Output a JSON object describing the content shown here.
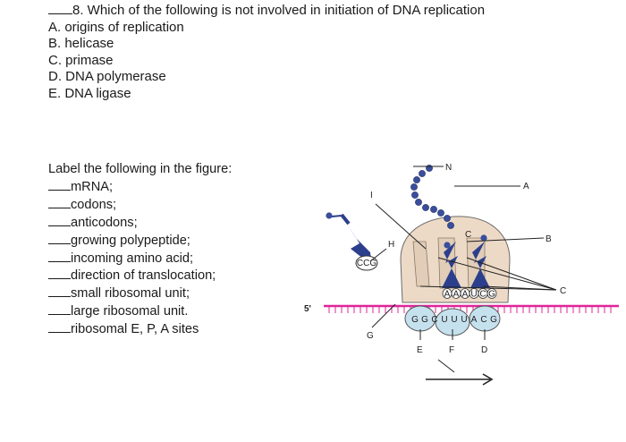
{
  "question": {
    "stem": "8. Which of the following is not involved in initiation of DNA replication",
    "options": [
      "A. origins of replication",
      "B. helicase",
      "C. primase",
      "D. DNA polymerase",
      "E. DNA ligase"
    ]
  },
  "labeling": {
    "prompt": "Label the following in the figure:",
    "items": [
      "mRNA;",
      "codons;",
      "anticodons;",
      "growing polypeptide;",
      "incoming amino acid;",
      "direction of translocation;",
      "small ribosomal unit;",
      "large ribosomal unit.",
      "ribosomal E, P, A sites"
    ]
  },
  "figure": {
    "letters": [
      "A",
      "B",
      "C",
      "D",
      "E",
      "F",
      "G",
      "H",
      "I",
      "N"
    ],
    "five_prime": "5'",
    "mrna_bases": [
      "G",
      "G",
      "C",
      "U",
      "U",
      "U",
      "A",
      "C",
      "G"
    ],
    "anticodon_bases": [
      "A",
      "A",
      "A",
      "U",
      "C",
      "G"
    ],
    "incoming_anticodon": "CCG",
    "colors": {
      "mrna": "#e0249a",
      "large_subunit": "#eddac6",
      "small_subunit": "#c6e1ee",
      "trna": "#2c3f8c",
      "beads": "#3a4e9c",
      "leader": "#222222"
    }
  }
}
